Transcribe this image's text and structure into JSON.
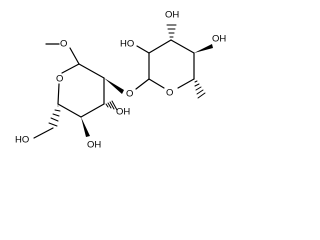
{
  "molecule": {
    "atoms": {
      "ring1_oxygen": "O",
      "methoxy_oxygen": "O",
      "glycosidic_oxygen": "O",
      "ring1_hydroxyl_c3": "OH",
      "ring1_hydroxyl_c4": "OH",
      "hydroxymethyl_oh": "HO",
      "ring2_oxygen": "O",
      "ring2_hydroxyl_c2": "HO",
      "ring2_hydroxyl_c3": "OH",
      "ring2_hydroxyl_c4": "OH"
    }
  }
}
